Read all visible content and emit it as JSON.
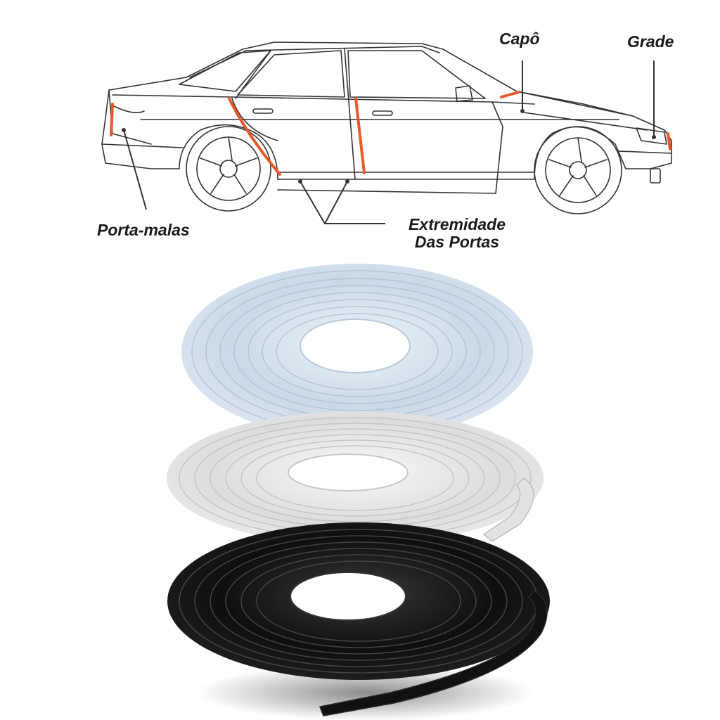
{
  "labels": {
    "capo": "Capô",
    "grade": "Grade",
    "porta_malas": "Porta-malas",
    "extremidade_line1": "Extremidade",
    "extremidade_line2": "Das Portas"
  },
  "colors": {
    "car_outline": "#333333",
    "highlight": "#e8572a",
    "label_text": "#1a1a1a",
    "roll_clear": "#cfdcea",
    "roll_white": "#e6e6e6",
    "roll_black": "#141414"
  },
  "illustration": {
    "car": "sedan-side-view",
    "rolls": [
      "clear-roll",
      "white-roll",
      "black-roll"
    ]
  }
}
